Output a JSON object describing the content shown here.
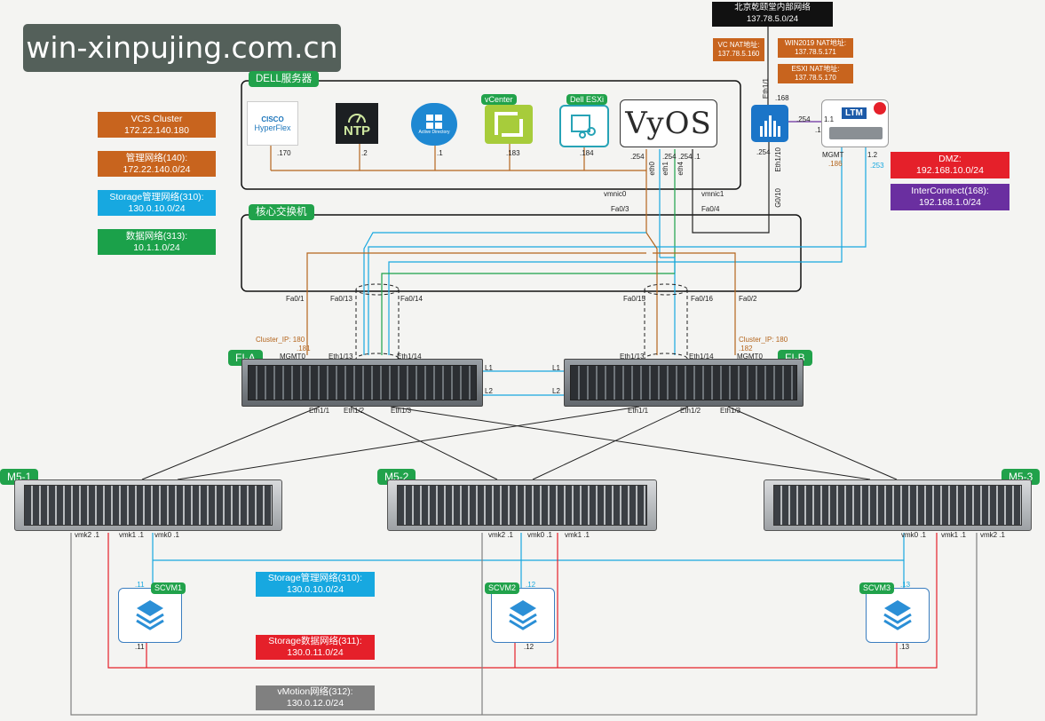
{
  "watermark": "win-xinpujing.com.cn",
  "bj_network": {
    "title": "北京乾颐堂内部网络",
    "subnet": "137.78.5.0/24"
  },
  "nat": {
    "vc_label": "VC NAT地址:",
    "vc_ip": "137.78.5.160",
    "win_label": "WIN2019 NAT地址:",
    "win_ip": "137.78.5.171",
    "esxi_label": "ESXI NAT地址:",
    "esxi_ip": "137.78.5.170"
  },
  "legend_left": [
    {
      "name": "VCS Cluster",
      "ip": "172.22.140.180",
      "color": "#c8641e"
    },
    {
      "name": "管理网络(140):",
      "ip": "172.22.140.0/24",
      "color": "#c8641e"
    },
    {
      "name": "Storage管理网络(310):",
      "ip": "130.0.10.0/24",
      "color": "#17a8e0"
    },
    {
      "name": "数据网络(313):",
      "ip": "10.1.1.0/24",
      "color": "#1ba14a"
    }
  ],
  "legend_right": [
    {
      "name": "DMZ:",
      "ip": "192.168.10.0/24",
      "color": "#e5202a"
    },
    {
      "name": "InterConnect(168):",
      "ip": "192.168.1.0/24",
      "color": "#6a2fa0"
    }
  ],
  "dell": {
    "title": "DELL服务器",
    "hyperflex": {
      "brand": "CISCO",
      "name": "HyperFlex",
      "ip": ".170"
    },
    "ntp": {
      "name": "NTP",
      "ip": ".2"
    },
    "ad": {
      "name": "Active Directory",
      "ip": ".1"
    },
    "vcenter": {
      "name": "vCenter",
      "ip": ".183"
    },
    "esxi": {
      "name": "Dell ESXi",
      "ip": ".184"
    },
    "vyos": {
      "name": "VyOS"
    }
  },
  "vyos_ports": {
    "eth0": "eth0",
    "eth1": "eth1",
    "eth4": "eth4",
    "ip254a": ".254",
    "ip254b": ".254",
    "ip254c": ".254",
    "ip1": ".1"
  },
  "core": {
    "title": "核心交换机",
    "vmnic0": "vmnic0",
    "vmnic1": "vmnic1",
    "fa03": "Fa0/3",
    "fa04": "Fa0/4",
    "fa01": "Fa0/1",
    "fa013": "Fa0/13",
    "fa014": "Fa0/14",
    "fa015": "Fa0/15",
    "fa016": "Fa0/16",
    "fa02": "Fa0/2"
  },
  "fw": {
    "eth11": "Eth1/1",
    "ip168": ".168",
    "ip254": ".254",
    "ip254b": ".254",
    "eth110": "Eth1/10",
    "g010": "G0/10"
  },
  "ltm": {
    "name": "LTM",
    "ip11": "1.1",
    "ip1": ".1",
    "mgmt": "MGMT",
    "ip186": ".186",
    "ip12": "1.2",
    "ip253": ".253"
  },
  "fi_a": {
    "name": "FI-A",
    "cluster_ip": "Cluster_IP: 180",
    "ip181": ".181",
    "mgmt": "MGMT0",
    "eth113": "Eth1/13",
    "eth114": "Eth1/14",
    "l1": "L1",
    "l2": "L2",
    "eth11": "Eth1/1",
    "eth12": "Eth1/2",
    "eth13": "Eth1/3"
  },
  "fi_b": {
    "name": "FI-B",
    "cluster_ip": "Cluster_IP: 180",
    "ip182": ".182",
    "mgmt": "MGMT0",
    "eth113": "Eth1/13",
    "eth114": "Eth1/14",
    "l1": "L1",
    "l2": "L2",
    "eth11": "Eth1/1",
    "eth12": "Eth1/2",
    "eth13": "Eth1/3"
  },
  "m5_1": {
    "name": "M5-1",
    "vmk2": "vmk2 .1",
    "vmk1": "vmk1 .1",
    "vmk0": "vmk0 .1"
  },
  "m5_2": {
    "name": "M5-2",
    "vmk2": "vmk2 .1",
    "vmk0": "vmk0 .1",
    "vmk1": "vmk1 .1"
  },
  "m5_3": {
    "name": "M5-3",
    "vmk0": "vmk0 .1",
    "vmk1": "vmk1 .1",
    "vmk2": "vmk2 .1"
  },
  "scvm1": {
    "name": "SCVM1",
    "ip_top": ".11",
    "ip_bot": ".11"
  },
  "scvm2": {
    "name": "SCVM2",
    "ip_top": ".12",
    "ip_bot": ".12"
  },
  "scvm3": {
    "name": "SCVM3",
    "ip_top": ".13",
    "ip_bot": ".13"
  },
  "legend_bottom": [
    {
      "name": "Storage管理网络(310):",
      "ip": "130.0.10.0/24",
      "color": "#17a8e0"
    },
    {
      "name": "Storage数据网络(311):",
      "ip": "130.0.11.0/24",
      "color": "#e5202a"
    },
    {
      "name": "vMotion网络(312):",
      "ip": "130.0.12.0/24",
      "color": "#808080"
    }
  ],
  "colors": {
    "mgmt": "#b4651d",
    "storage_mgmt": "#17a8e0",
    "storage_data": "#e5202a",
    "vmotion": "#808080",
    "black": "#222222"
  }
}
